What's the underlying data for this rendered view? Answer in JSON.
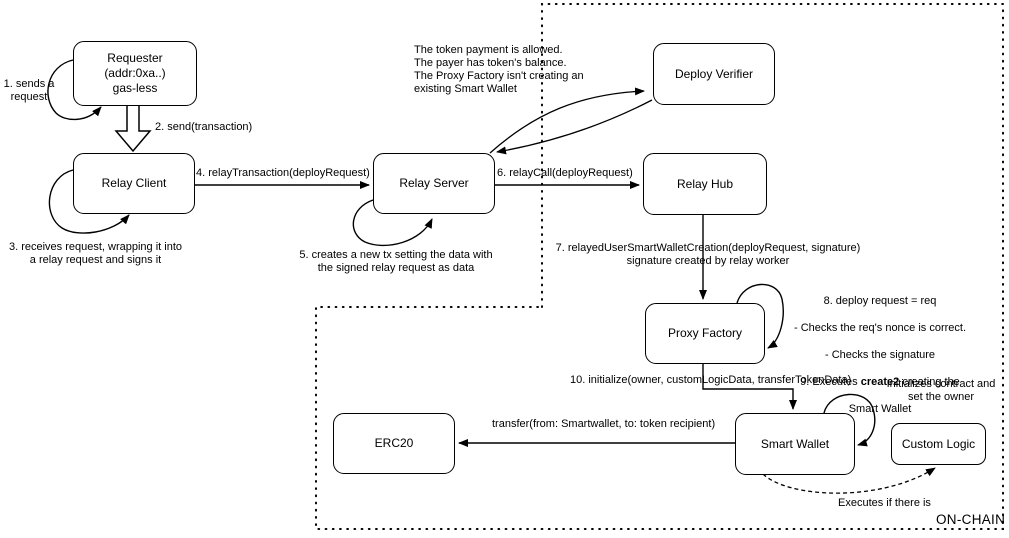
{
  "diagram": {
    "nodes": {
      "requester": {
        "label": "Requester\n(addr:0xa..)\ngas-less"
      },
      "relay_client": {
        "label": "Relay Client"
      },
      "relay_server": {
        "label": "Relay Server"
      },
      "deploy_verifier": {
        "label": "Deploy Verifier"
      },
      "relay_hub": {
        "label": "Relay Hub"
      },
      "proxy_factory": {
        "label": "Proxy Factory"
      },
      "smart_wallet": {
        "label": "Smart Wallet"
      },
      "erc20": {
        "label": "ERC20"
      },
      "custom_logic": {
        "label": "Custom Logic"
      }
    },
    "labels": {
      "step1": "1. sends a\nrequest",
      "step2": "2. send(transaction)",
      "step3": "3. receives request, wrapping it into\na relay request and signs it",
      "step4": "4. relayTransaction(deployRequest)",
      "step5": "5. creates a new tx setting the data with\nthe signed relay request as data",
      "step6": "6. relayCall(deployRequest)",
      "step7": "7. relayedUserSmartWalletCreation(deployRequest, signature)\nsignature created by relay worker",
      "step8_line1": "8. deploy request = req",
      "step8_line2": "- Checks the req's nonce is correct.",
      "step8_line3": "- Checks the signature",
      "step9_prefix": "9. Executes ",
      "step9_bold": "create2",
      "step9_suffix": " creating the",
      "step9_line2": "Smart Wallet",
      "step10": "10. initialize(owner, customLogicData, transferTokenData)",
      "verifier_note": "The token payment is allowed.\nThe payer has token's balance.\nThe Proxy Factory isn't creating an\nexisting Smart Wallet",
      "custom_logic_note": "Initializes contract and\nset the owner",
      "transfer_label": "transfer(from: Smartwallet, to: token recipient)",
      "executes_label": "Executes if there is",
      "onchain_label": "ON-CHAIN"
    },
    "colors": {
      "stroke": "#000000",
      "background": "#ffffff",
      "text": "#000000"
    }
  }
}
